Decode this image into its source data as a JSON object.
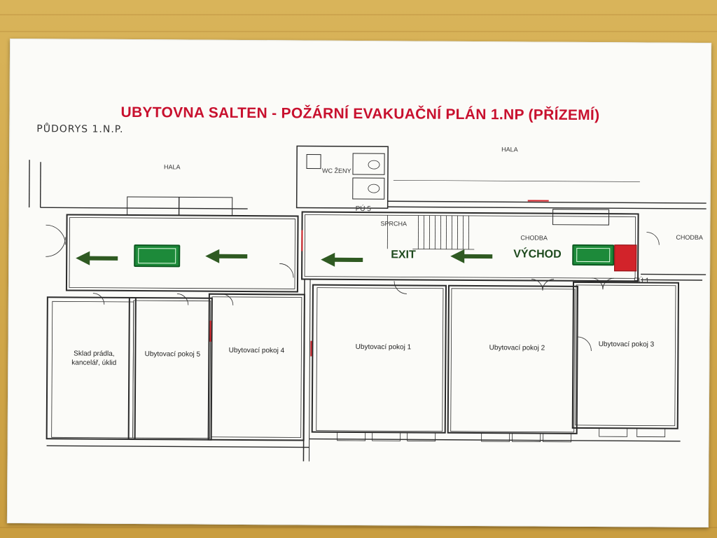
{
  "title": "UBYTOVNA SALTEN - POŽÁRNÍ EVAKUAČNÍ PLÁN 1.NP (PŘÍZEMÍ)",
  "plan_label": "PŮDORYS 1.N.P.",
  "labels": {
    "hala_left": "HALA",
    "hala_right": "HALA",
    "wc_zeny": "WC ŽENY",
    "pu5": "PÚ 5",
    "pu1": "PÚ 1",
    "sprcha": "SPRCHA",
    "chodba_center": "CHODBA",
    "chodba_right": "CHODBA",
    "exit": "EXIT",
    "vychod": "VÝCHOD"
  },
  "rooms": {
    "sklad": "Sklad prádla, kancelář, úklid",
    "pokoj5": "Ubytovací pokoj 5",
    "pokoj4": "Ubytovací pokoj 4",
    "pokoj1": "Ubytovací pokoj 1",
    "pokoj2": "Ubytovací pokoj 2",
    "pokoj3": "Ubytovací pokoj 3"
  },
  "colors": {
    "title": "#c8102e",
    "arrow": "#2f5a22",
    "exit_sign": "#1d8a3a",
    "fire_extinguisher": "#d2232a"
  },
  "icons": [
    "emergency-exit-sign-icon",
    "fire-extinguisher-icon",
    "evacuation-arrow-icon"
  ]
}
